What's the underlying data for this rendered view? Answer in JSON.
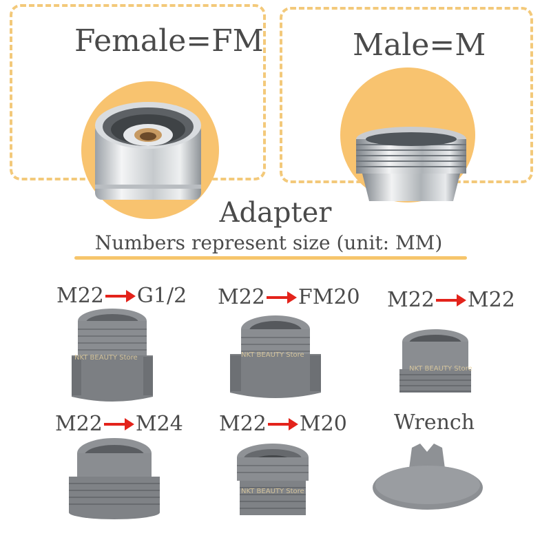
{
  "connectors": {
    "female": {
      "label": "Female=FM"
    },
    "male": {
      "label": "Male=M"
    }
  },
  "adapter": {
    "title": "Adapter",
    "subtitle": "Numbers represent size (unit: MM)"
  },
  "items": [
    {
      "from": "M22",
      "to": "G1/2"
    },
    {
      "from": "M22",
      "to": "FM20"
    },
    {
      "from": "M22",
      "to": "M22"
    },
    {
      "from": "M22",
      "to": "M24"
    },
    {
      "from": "M22",
      "to": "M20"
    },
    {
      "label": "Wrench"
    }
  ],
  "colors": {
    "accent": "#f6c56b",
    "arrow": "#e3231b",
    "part_gray": "#8a8d91",
    "chrome": "#cfd3d6"
  },
  "watermark": "NKT BEAUTY Store"
}
